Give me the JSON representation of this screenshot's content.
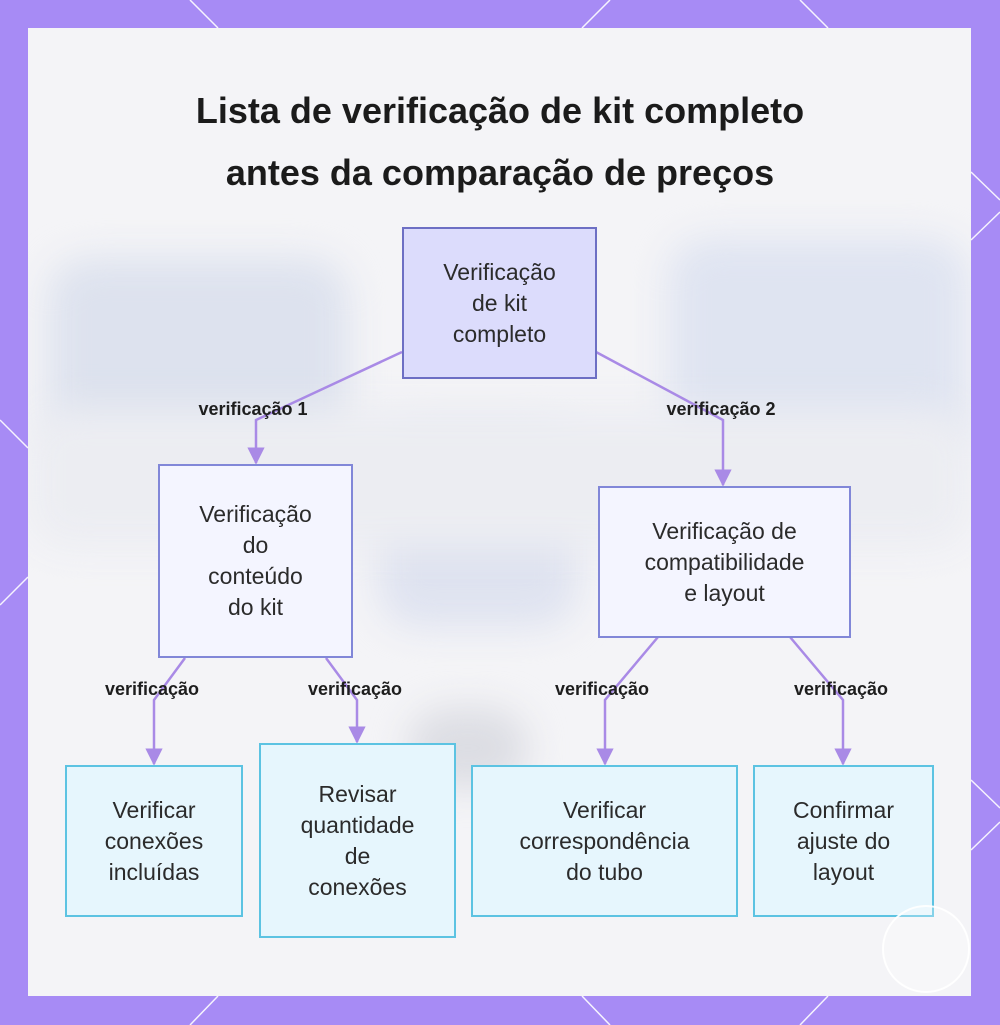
{
  "title": {
    "line1": "Lista de verificação de kit completo",
    "line2": "antes da comparação de preços"
  },
  "colors": {
    "frame": "#a78bf5",
    "card": "#f4f4f7",
    "connector": "#a98ae6",
    "root_fill": "#dcdcfc",
    "mid_fill": "#f4f5ff",
    "leaf_fill": "#e6f6fd",
    "leaf_border": "#5cc3e2"
  },
  "nodes": {
    "root": "Verificação\nde kit\ncompleto",
    "content": "Verificação\ndo\nconteúdo\ndo kit",
    "compat": "Verificação de\ncompatibilidade\ne layout",
    "leaf1": "Verificar\nconexões\nincluídas",
    "leaf2": "Revisar\nquantidade\nde\nconexões",
    "leaf3": "Verificar\ncorrespondência\ndo tubo",
    "leaf4": "Confirmar\najuste do\nlayout"
  },
  "edges": {
    "root_content": "verificação 1",
    "root_compat": "verificação 2",
    "content_leaf1": "verificação",
    "content_leaf2": "verificação",
    "compat_leaf3": "verificação",
    "compat_leaf4": "verificação"
  }
}
